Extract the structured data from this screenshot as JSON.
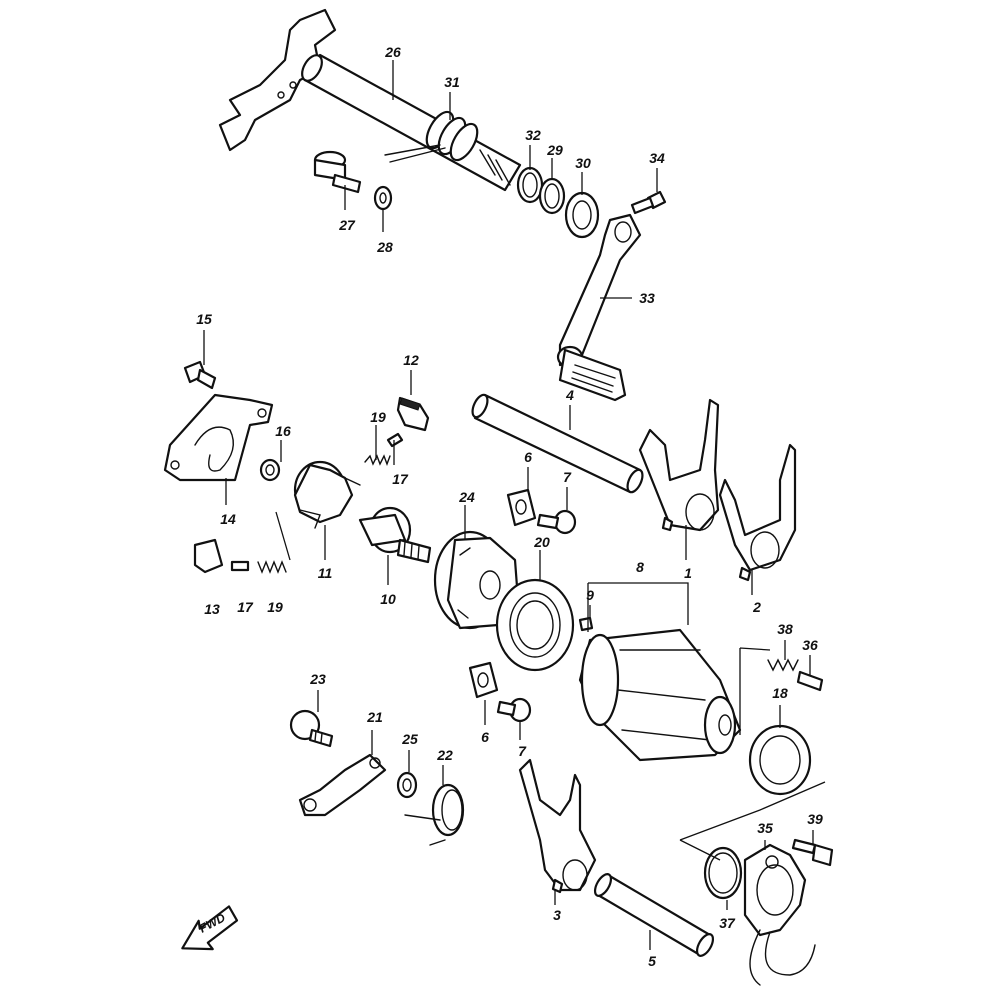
{
  "diagram": {
    "labels": [
      "1",
      "2",
      "3",
      "4",
      "5",
      "6",
      "6",
      "7",
      "7",
      "8",
      "9",
      "10",
      "11",
      "12",
      "13",
      "14",
      "15",
      "16",
      "17",
      "17",
      "18",
      "19",
      "19",
      "20",
      "21",
      "22",
      "23",
      "24",
      "25",
      "26",
      "27",
      "28",
      "29",
      "30",
      "31",
      "32",
      "33",
      "34",
      "35",
      "36",
      "37",
      "38",
      "39"
    ],
    "fwd_label": "FWD"
  }
}
